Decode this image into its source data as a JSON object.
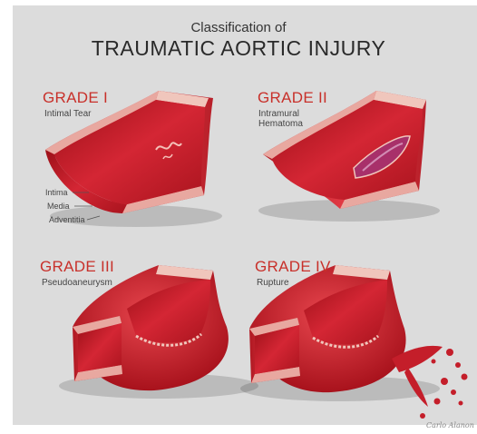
{
  "title": {
    "subtitle": "Classification of",
    "main": "TRAUMATIC AORTIC INJURY"
  },
  "panels": [
    {
      "grade": "GRADE I",
      "description": [
        "Intimal Tear"
      ]
    },
    {
      "grade": "GRADE II",
      "description": [
        "Intramural",
        "Hematoma"
      ]
    },
    {
      "grade": "GRADE III",
      "description": [
        "Pseudoaneurysm"
      ]
    },
    {
      "grade": "GRADE IV",
      "description": [
        "Rupture"
      ]
    }
  ],
  "layers": [
    "Intima",
    "Media",
    "Adventitia"
  ],
  "signature": "Carlo Alanon",
  "colors": {
    "background": "#dcdcdc",
    "grade_text": "#c8302a",
    "vessel_wall": "#e8a8a0",
    "vessel_lumen": "#c81e28",
    "vessel_dark": "#8e0f18"
  }
}
